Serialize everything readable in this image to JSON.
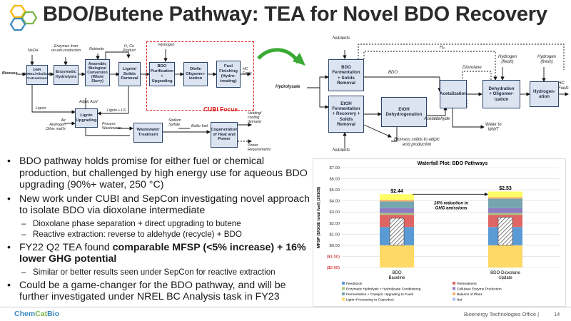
{
  "slide": {
    "title": "BDO/Butene Pathway: TEA for Novel BDO Recovery",
    "footer_logo_a": "Chem",
    "footer_logo_b": "Cat",
    "footer_logo_c": "Bio",
    "footer_office": "Bioenergy Technologies Office  |",
    "page_number": "14"
  },
  "left_diagram": {
    "boxes": {
      "dmr": "DMR\n(NREL/Alkaline)\nPretreatment",
      "enzymatic": "Enzymatic\nHydrolysis",
      "anaerobic": "Anaerobic\nBiological\nConversion\n(Whole\nSlurry)",
      "lignin_solids": "Lignin/\nSolids\nRemoval",
      "bdo_purif": "BDO\nPurification\n+ Upgrading",
      "olefin": "Olefin\nOligomer-\nization",
      "fuel_finishing": "Fuel\nFinishing\n(Hydro-\ntreating)",
      "lignin_upgrading": "Lignin\nUpgrading",
      "wastewater": "Wastewater\nTreatment",
      "cogeneration": "Cogeneration\nof Heat and Power"
    },
    "labels": {
      "biomass": "Biomass",
      "naoh": "NaOH",
      "enzymes": "Enzymes from\non-site production",
      "nutrients": "Nutrients",
      "h2_co2": "H₂ Co\nProduct",
      "hydrogen": "Hydrogen",
      "hc_fuels": "HC\nFuels",
      "liquor": "Liquor",
      "adipic_acid": "Adipic Acid",
      "lignin_ls": "Lignin + LS",
      "air": "Air\nHydrogen\nOther mat'ls",
      "process_wastewater": "Process\nWastewater",
      "sodium_sulfate": "Sodium\nSulfate",
      "boiler_fuel": "Boiler fuel",
      "heating": "Heating/\ncooling\ndemand",
      "power": "Power\nRequirements",
      "cubi_focus": "CUBI Focus"
    }
  },
  "right_diagram": {
    "boxes": {
      "bdo_ferm": "BDO\nFermentation\n+ Solids\nRemoval",
      "etoh_ferm": "EtOH\nFermentation\n+ Recovery +\nSolids\nRemoval",
      "etoh_dehyd": "EtOH\nDehydrogenation",
      "acetalization": "Acetalization",
      "dehydration": "Dehydration\n+ Oligomer-\nization",
      "hydrogenation": "Hydrogen-\nation"
    },
    "labels": {
      "nutrients_top": "Nutrients",
      "nutrients_bottom": "Nutrients",
      "hydrolysate": "Hydrolysate",
      "bdo": "BDO",
      "h2": "H₂",
      "dioxolane": "Dioxolane",
      "hydrogen_fresh_1": "Hydrogen\n(fresh)",
      "hydrogen_fresh_2": "Hydrogen\n(fresh)",
      "hc_fuels": "HC\nFuels",
      "acetaldehyde": "Acetaldehyde",
      "water_wwt": "Water to\nWWT",
      "biomass_solids": "Biomass solids to adipic\nacid production"
    }
  },
  "bullets": [
    {
      "level": 1,
      "text": "BDO pathway holds promise for either fuel or chemical production, but challenged by high energy use for aqueous BDO upgrading (90%+ water, 250 °C)"
    },
    {
      "level": 1,
      "text": "New work under CUBI and SepCon investigating novel approach to isolate BDO via dioxolane intermediate"
    },
    {
      "level": 2,
      "text": "Dioxolane phase separation + direct upgrading to butene"
    },
    {
      "level": 2,
      "text": "Reactive extraction: reverse to aldehyde (recycle) + BDO"
    },
    {
      "level": 1,
      "text_plain": "FY22 Q2 TEA found ",
      "text_bold": "comparable MFSP (<5% increase) + 16% lower GHG potential"
    },
    {
      "level": 2,
      "text": "Similar or better results seen under SepCon for reactive extraction"
    },
    {
      "level": 1,
      "text": "Could be a game-changer for the BDO pathway, and will be further investigated under NREL BC Analysis task in FY23"
    }
  ],
  "chart_data": {
    "type": "bar",
    "subtype": "stacked-waterfall",
    "title": "Waterfall Plot: BDO Pathways",
    "ylabel": "MFSP ($/GGE total fuel) (2016$)",
    "ylim": [
      -2.0,
      7.0
    ],
    "yticks": [
      -2,
      -1,
      0,
      1,
      2,
      3,
      4,
      5,
      6,
      7
    ],
    "ytick_labels": [
      "($2.00)",
      "($1.00)",
      "$0.00",
      "$1.00",
      "$2.00",
      "$3.00",
      "$4.00",
      "$5.00",
      "$6.00",
      "$7.00"
    ],
    "categories": [
      "BDO\nBaseline",
      "BDO-Dioxolane\nUpdate"
    ],
    "totals": [
      2.44,
      2.53
    ],
    "total_labels": [
      "$2.44",
      "$2.53"
    ],
    "annotation": "16% reduction in\nGHG emissions",
    "series": [
      {
        "name": "Feedstock",
        "color": "#5b9bd5",
        "values": [
          1.65,
          1.65
        ]
      },
      {
        "name": "Pretreatment",
        "color": "#e06666",
        "values": [
          1.1,
          1.1
        ]
      },
      {
        "name": "Enzymatic Hydrolysis + Hydrolysate Conditioning",
        "color": "#a9c97c",
        "values": [
          0.15,
          0.15
        ]
      },
      {
        "name": "Cellulase Enzyme Production",
        "color": "#8e7cc3",
        "values": [
          0.45,
          0.45
        ]
      },
      {
        "name": "Fermentation + Catalytic Upgrading to Fuels",
        "color": "#76a5af",
        "values": [
          0.6,
          0.85
        ]
      },
      {
        "name": "Balance of Plant",
        "color": "#f6b26b",
        "values": [
          0.15,
          0.15
        ]
      },
      {
        "name": "Lignin Processing to Coproduct",
        "color": "#ffd966",
        "values": [
          -2.0,
          -2.0
        ]
      },
      {
        "name": "Net",
        "color": "#a4c2f4",
        "values": [
          2.44,
          2.53
        ]
      }
    ],
    "legend_position": "bottom",
    "grid": true
  }
}
